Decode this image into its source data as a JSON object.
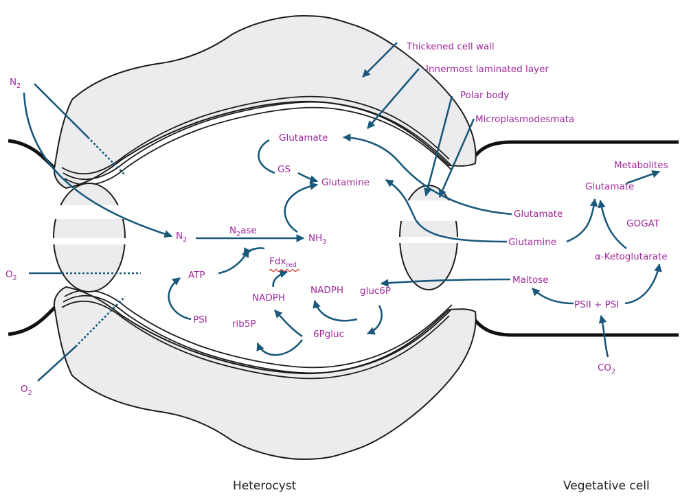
{
  "labels": {
    "thickened_wall": "Thickened cell wall",
    "innermost_layer": "Innermost laminated layer",
    "polar_body": "Polar body",
    "microplasmodesmata": "Microplasmodesmata",
    "n2_outside": "N",
    "n2_outside_sub": "2",
    "o2_left": "O",
    "o2_left_sub": "2",
    "o2_bottom": "O",
    "o2_bottom_sub": "2",
    "glutamate_top": "Glutamate",
    "gs": "GS",
    "glutamine_center": "Glutamine",
    "n2_inside": "N",
    "n2_inside_sub": "2",
    "n2ase": "N",
    "n2ase_sub": "2",
    "n2ase_suffix": "ase",
    "nh3": "NH",
    "nh3_sub": "3",
    "atp": "ATP",
    "fdx": "Fdx",
    "fdx_sub": "red",
    "psi": "PSI",
    "nadph_left": "NADPH",
    "nadph_right": "NADPH",
    "gluc6p": "gluc6P",
    "rib5p": "rib5P",
    "pgluc6": "6Pgluc",
    "glutamate_right": "Glutamate",
    "glutamine_right": "Glutamine",
    "maltose": "Maltose",
    "metabolites": "Metabolites",
    "glutamate_veg": "Glutamate",
    "gogat": "GOGAT",
    "ketoglutarate": "α-Ketoglutarate",
    "psii_psi": "PSII + PSI",
    "co2": "CO",
    "co2_sub": "2",
    "heterocyst": "Heterocyst",
    "vegetative_cell": "Vegetative cell"
  },
  "colors": {
    "label_magenta": "#a0289b",
    "arrow_teal": "#19587a",
    "wall_fill": "#ececee",
    "outline": "#1c1c1c"
  }
}
